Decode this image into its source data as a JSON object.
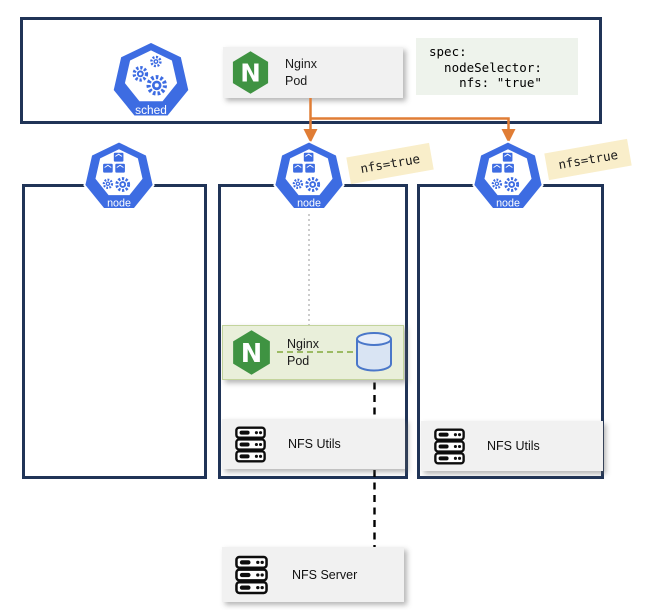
{
  "scheduler_panel": {
    "scheduler_label": "sched",
    "pod": {
      "line1": "Nginx",
      "line2": "Pod"
    },
    "spec_code": "spec:\n  nodeSelector:\n    nfs: \"true\""
  },
  "nodes": [
    {
      "label": "node"
    },
    {
      "label": "node",
      "badge": "nfs=true",
      "pod": {
        "line1": "Nginx",
        "line2": "Pod"
      },
      "nfs_utils": "NFS Utils"
    },
    {
      "label": "node",
      "badge": "nfs=true",
      "nfs_utils": "NFS Utils"
    }
  ],
  "nfs_server": {
    "label": "NFS Server"
  },
  "icons": {
    "scheduler": "kubernetes-scheduler-heptagon-gears",
    "node": "kubernetes-node-heptagon-cubes-gears",
    "nginx": "nginx-green-hexagon-n",
    "volume": "database-cylinder",
    "server": "server-rack-stack"
  },
  "colors": {
    "k8s_blue": "#3d6ce2",
    "nginx_green": "#3f9342",
    "navy_border": "#203457",
    "arrow_orange": "#e07d35",
    "badge_bg": "#f9eeca",
    "code_bg": "#eef3ec",
    "pod_box_bg": "#f1f1f1",
    "node_pod_bg": "#e9efda",
    "cylinder_fill": "#d9e4f3",
    "cylinder_stroke": "#4a77c9",
    "green_dash": "#9cbb64"
  }
}
